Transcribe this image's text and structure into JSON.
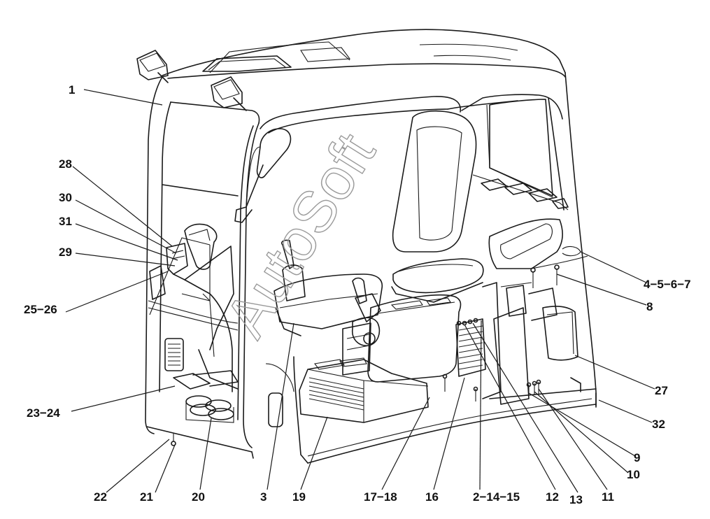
{
  "watermark": "AutoSoft",
  "callouts": [
    {
      "id": "c1",
      "text": "1"
    },
    {
      "id": "c28",
      "text": "28"
    },
    {
      "id": "c30",
      "text": "30"
    },
    {
      "id": "c31",
      "text": "31"
    },
    {
      "id": "c29",
      "text": "29"
    },
    {
      "id": "c2526",
      "text": "25−26"
    },
    {
      "id": "c2324",
      "text": "23−24"
    },
    {
      "id": "c22",
      "text": "22"
    },
    {
      "id": "c21",
      "text": "21"
    },
    {
      "id": "c20",
      "text": "20"
    },
    {
      "id": "c3",
      "text": "3"
    },
    {
      "id": "c19",
      "text": "19"
    },
    {
      "id": "c1718",
      "text": "17−18"
    },
    {
      "id": "c16",
      "text": "16"
    },
    {
      "id": "c21415",
      "text": "2−14−15"
    },
    {
      "id": "c12",
      "text": "12"
    },
    {
      "id": "c13",
      "text": "13"
    },
    {
      "id": "c11",
      "text": "11"
    },
    {
      "id": "c10",
      "text": "10"
    },
    {
      "id": "c9",
      "text": "9"
    },
    {
      "id": "c32",
      "text": "32"
    },
    {
      "id": "c27",
      "text": "27"
    },
    {
      "id": "c8",
      "text": "8"
    },
    {
      "id": "c4567",
      "text": "4−5−6−7"
    }
  ]
}
